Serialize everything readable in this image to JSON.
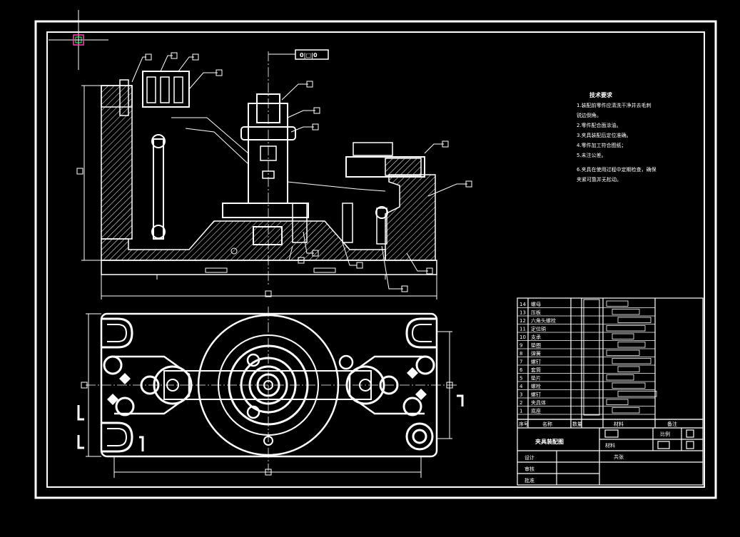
{
  "drawing": {
    "balloon_top": "0|□|0",
    "technical_requirements": {
      "heading": "技术要求",
      "lines": [
        "1.装配前零件应清洗干净并去毛刺",
        "锐边倒角。",
        "2.零件配合面涂油。",
        "3.夹具装配后定位准确。",
        "4.零件加工符合图纸；",
        "5.未注公差。",
        "6.夹具在使用过程中定期检查，确保",
        "夹紧可靠并无松动。"
      ]
    },
    "title_block": {
      "drawing_name": "夹具装配图",
      "designer_label": "设计",
      "checker_label": "审核",
      "approver_label": "批准",
      "scale_label": "比例",
      "sheet_label": "共张",
      "material_label": "材料"
    },
    "parts_list": [
      {
        "no": "14",
        "name": "螺母"
      },
      {
        "no": "13",
        "name": "压板"
      },
      {
        "no": "12",
        "name": "六角头螺栓"
      },
      {
        "no": "11",
        "name": "定位销"
      },
      {
        "no": "10",
        "name": "支承"
      },
      {
        "no": "9",
        "name": "垫圈"
      },
      {
        "no": "8",
        "name": "弹簧"
      },
      {
        "no": "7",
        "name": "螺钉"
      },
      {
        "no": "6",
        "name": "套筒"
      },
      {
        "no": "5",
        "name": "垫片"
      },
      {
        "no": "4",
        "name": "螺栓"
      },
      {
        "no": "3",
        "name": "螺钉"
      },
      {
        "no": "2",
        "name": "夹具体"
      },
      {
        "no": "1",
        "name": "底座"
      }
    ],
    "parts_header": [
      "序号",
      "名称",
      "数量",
      "材料",
      "备注"
    ]
  }
}
